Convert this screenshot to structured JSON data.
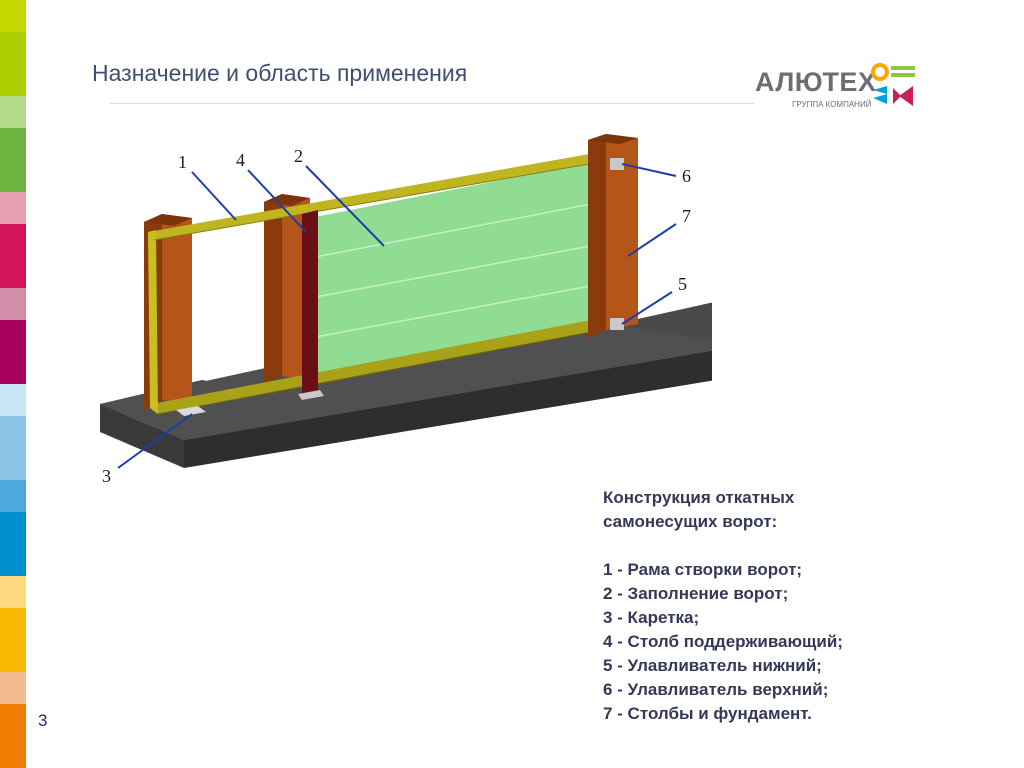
{
  "slide": {
    "title": "Назначение и область применения",
    "page_number": "3"
  },
  "logo": {
    "name": "АЛЮТЕХ",
    "subtitle": "ГРУППА КОМПАНИЙ",
    "colors": [
      "#f6a800",
      "#8dc63f",
      "#00a3e0",
      "#cc1f5a"
    ]
  },
  "side_stripes": [
    "#c6d800",
    "#afcf00",
    "#b3d98a",
    "#6db33f",
    "#e8a0b2",
    "#d2145a",
    "#d18ea8",
    "#a8005d",
    "#c9e4f5",
    "#89c4e7",
    "#4ea8dd",
    "#0090d0",
    "#fdd980",
    "#f6b800",
    "#f4bc8e",
    "#ef7d00"
  ],
  "diagram": {
    "callouts": [
      "1",
      "4",
      "2",
      "6",
      "7",
      "5",
      "3"
    ]
  },
  "legend": {
    "heading_line1": "Конструкция откатных",
    "heading_line2": "самонесущих ворот:",
    "items": [
      "1 - Рама створки ворот;",
      "2 - Заполнение ворот;",
      "3 - Каретка;",
      "4 - Столб поддерживающий;",
      "5 - Улавливатель нижний;",
      "6 - Улавливатель верхний;",
      "7 - Столбы и фундамент."
    ]
  }
}
